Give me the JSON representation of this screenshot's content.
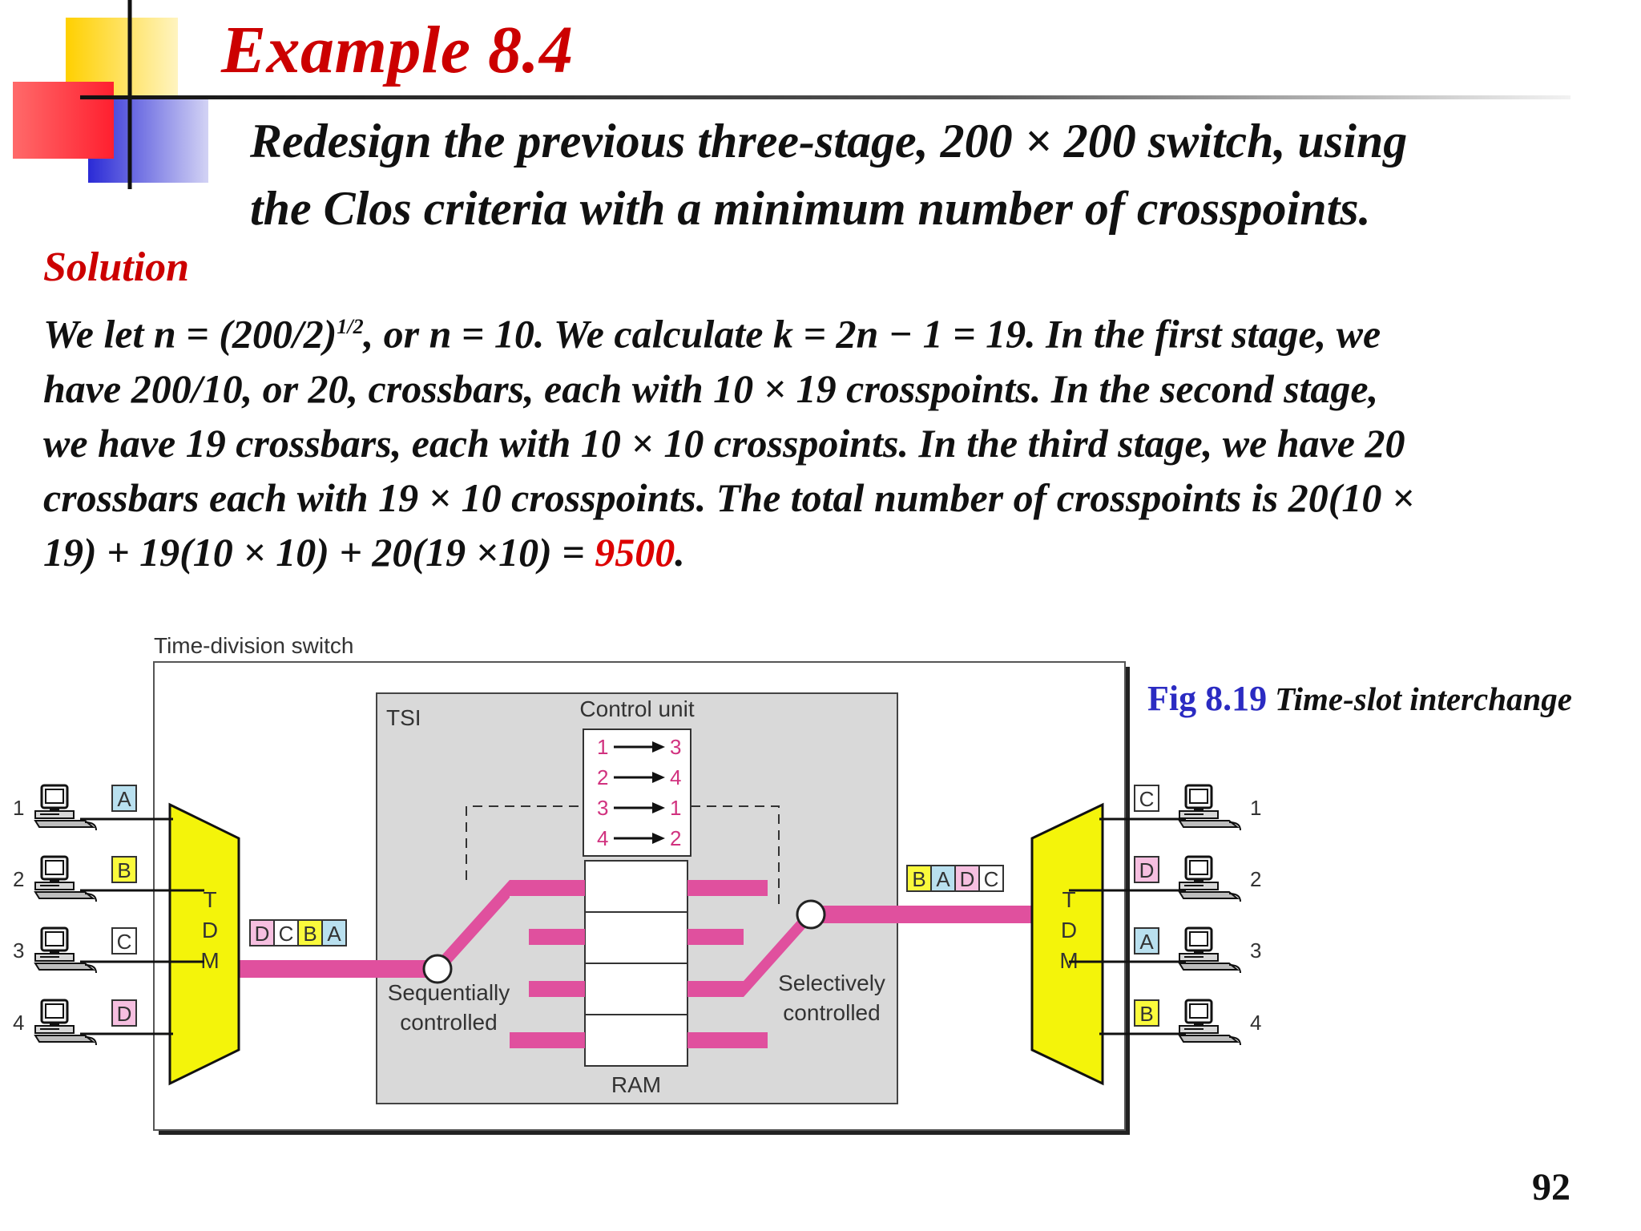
{
  "slide": {
    "title": "Example 8.4",
    "problem_line1": "Redesign the previous three-stage, 200 × 200 switch, using",
    "problem_line2": "the Clos criteria with a minimum number of crosspoints.",
    "solution_heading": "Solution",
    "solution_line1_a": "We let n = (200/2)",
    "solution_line1_sup": "1/2",
    "solution_line1_b": ", or n = 10. We calculate k = 2n − 1 = 19. In the first stage, we",
    "solution_line2": "have 200/10, or 20, crossbars, each with 10 × 19 crosspoints. In the second stage,",
    "solution_line3": "we have 19 crossbars, each with 10 × 10 crosspoints. In the third stage, we have 20",
    "solution_line4": "crossbars each with 19 × 10 crosspoints. The total number of crosspoints is 20(10 ×",
    "solution_line5_a": " 19) + 19(10 × 10) + 20(19 ×10) = ",
    "solution_answer": "9500",
    "solution_line5_b": ".",
    "page_number": "92"
  },
  "figure": {
    "number": "Fig 8.19",
    "title": "Time-slot interchange",
    "switch_label": "Time-division switch",
    "tsi_label": "TSI",
    "control_unit_label": "Control unit",
    "mappings": [
      {
        "from": "1",
        "to": "3"
      },
      {
        "from": "2",
        "to": "4"
      },
      {
        "from": "3",
        "to": "1"
      },
      {
        "from": "4",
        "to": "2"
      }
    ],
    "ram_label": "RAM",
    "seq_label_1": "Sequentially",
    "seq_label_2": "controlled",
    "sel_label_1": "Selectively",
    "sel_label_2": "controlled",
    "tdm_letters": [
      "T",
      "D",
      "M"
    ],
    "input_frame": [
      "D",
      "C",
      "B",
      "A"
    ],
    "output_frame": [
      "B",
      "A",
      "D",
      "C"
    ],
    "inputs": [
      {
        "port": "1",
        "data": "A"
      },
      {
        "port": "2",
        "data": "B"
      },
      {
        "port": "3",
        "data": "C"
      },
      {
        "port": "4",
        "data": "D"
      }
    ],
    "outputs": [
      {
        "port": "1",
        "data": "C"
      },
      {
        "port": "2",
        "data": "D"
      },
      {
        "port": "3",
        "data": "A"
      },
      {
        "port": "4",
        "data": "B"
      }
    ],
    "slot_colors": {
      "A": "#b9e0ef",
      "B": "#fafa3c",
      "C": "#ffffff",
      "D": "#f6bfe0"
    },
    "colors": {
      "tdm": "#f4f40a",
      "data_path": "#e0509e",
      "tsi_fill": "#d9d9d9",
      "map_text": "#d1327f",
      "title": "#cc0000",
      "answer": "#dd0000",
      "fig_number": "#2b2bc2"
    }
  }
}
